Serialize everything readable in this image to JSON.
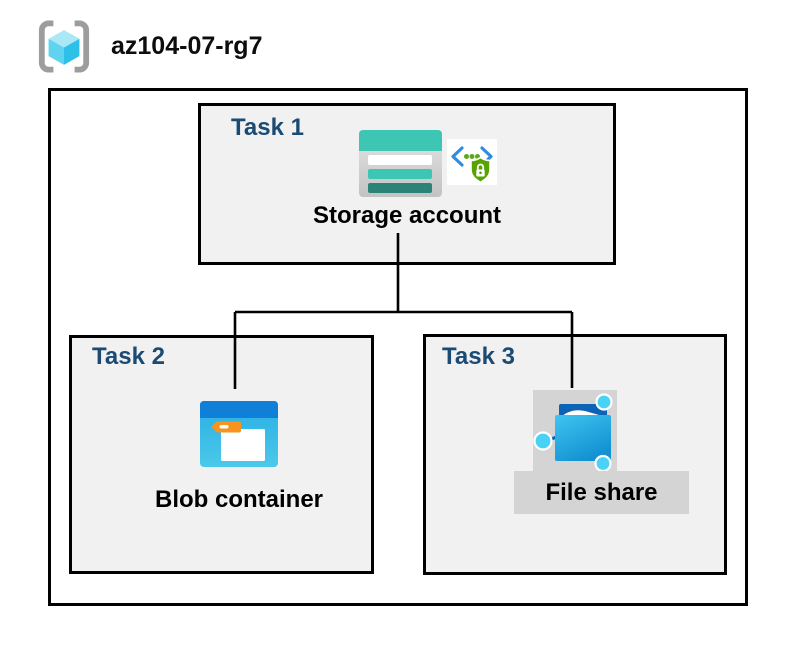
{
  "header": {
    "resource_group_name": "az104-07-rg7"
  },
  "tasks": [
    {
      "label": "Task 1",
      "item": "Storage account"
    },
    {
      "label": "Task 2",
      "item": "Blob container"
    },
    {
      "label": "Task 3",
      "item": "File share"
    }
  ],
  "connections": [
    {
      "from": "Storage account",
      "to": "Blob container"
    },
    {
      "from": "Storage account",
      "to": "File share"
    }
  ],
  "icons": {
    "resource_group": "azure-resource-group-brackets-cube",
    "storage_account": "teal-striped-storage-card",
    "api_security": "code-brackets-shield-lock",
    "blob_container": "blue-window-folder-orange-tag",
    "file_share": "blue-folder-share-nodes"
  },
  "colors": {
    "task_label": "#1b4a73",
    "task_box_bg": "#f1f1f1",
    "outline": "#000000",
    "teal": "#3ec6b4",
    "teal_dark": "#2b8378",
    "blob_header_blue": "#0f7fd7",
    "blob_body_blue": "#35bce8",
    "api_blue": "#2e8de0",
    "api_green": "#57a300",
    "file_share_gray": "#d4d4d4",
    "cube_cyan": "#2fc0e8",
    "bracket_gray": "#9d9d9d"
  }
}
